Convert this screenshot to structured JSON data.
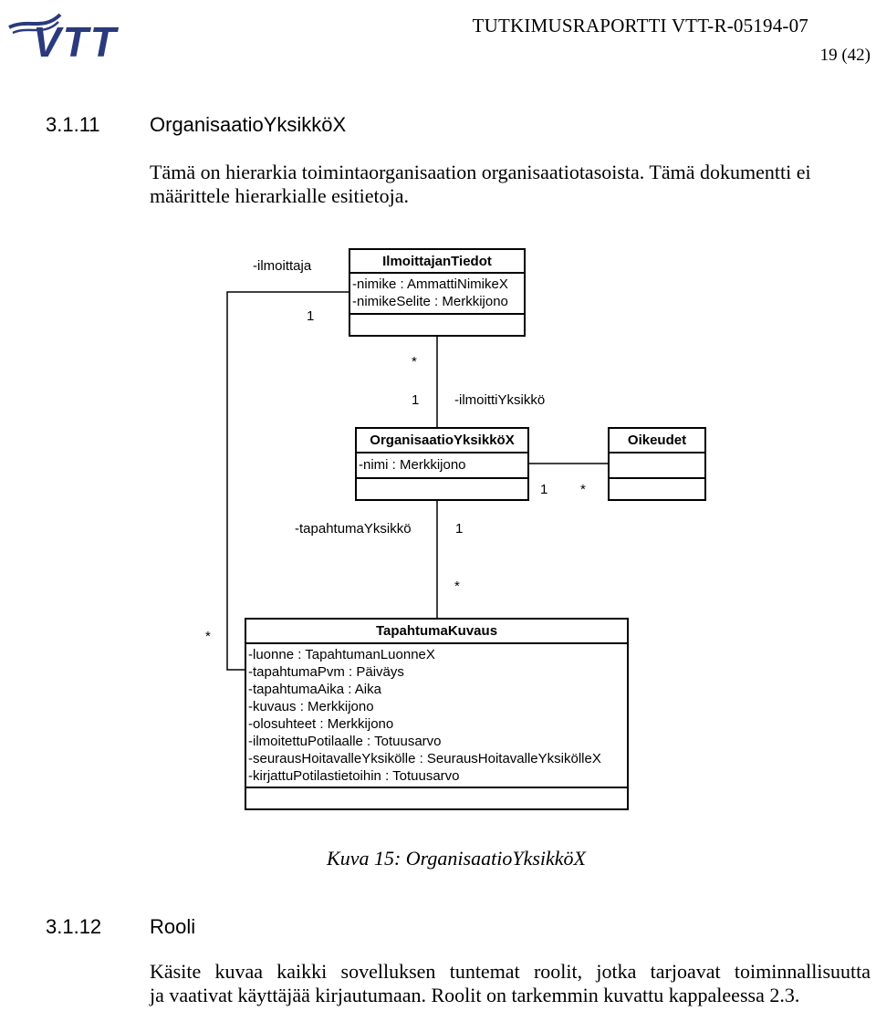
{
  "header": {
    "report_id": "TUTKIMUSRAPORTTI VTT-R-05194-07",
    "page_number": "19 (42)",
    "logo_text": "VTT",
    "logo_color": "#2a3a7c"
  },
  "section_1": {
    "number": "3.1.11",
    "title": "OrganisaatioYksikköX",
    "paragraph_line_1": "Tämä on hierarkia toimintaorganisaation organisaatiotasoista. Tämä dokumentti ei",
    "paragraph_line_2": "määrittele hierarkialle esitietoja."
  },
  "diagram": {
    "classes": {
      "ilmoittajan_tiedot": {
        "name": "IlmoittajanTiedot",
        "attributes": [
          "-nimike : AmmattiNimikeX",
          "-nimikeSelite : Merkkijono"
        ]
      },
      "organisaatio_yksikko": {
        "name": "OrganisaatioYksikköX",
        "attributes": [
          "-nimi : Merkkijono"
        ]
      },
      "oikeudet": {
        "name": "Oikeudet",
        "attributes": []
      },
      "tapahtuma_kuvaus": {
        "name": "TapahtumaKuvaus",
        "attributes": [
          "-luonne : TapahtumanLuonneX",
          "-tapahtumaPvm : Päiväys",
          "-tapahtumaAika : Aika",
          "-kuvaus : Merkkijono",
          "-olosuhteet : Merkkijono",
          "-ilmoitettuPotilaalle : Totuusarvo",
          "-seurausHoitavalleYksikölle : SeurausHoitavalleYksikölleX",
          "-kirjattuPotilastietoihin : Totuusarvo"
        ]
      }
    },
    "labels": {
      "ilmoittaja_role": "-ilmoittaja",
      "ilmoittaja_mult": "1",
      "tiedot_star": "*",
      "yksikko_one": "1",
      "ilmoittiyksikko_role": "-ilmoittiYksikkö",
      "oikeudet_one": "1",
      "oikeudet_star": "*",
      "tapahtumayksikko_role": "-tapahtumaYksikkö",
      "tapahtumayksikko_one": "1",
      "kuvaus_star_top": "*",
      "kuvaus_star_left": "*"
    }
  },
  "caption": "Kuva 15: OrganisaatioYksikköX",
  "section_2": {
    "number": "3.1.12",
    "title": "Rooli",
    "paragraph_line_1": "Käsite kuvaa kaikki sovelluksen tuntemat roolit, jotka tarjoavat toiminnallisuutta",
    "paragraph_line_2": "ja vaativat käyttäjää kirjautumaan. Roolit on tarkemmin kuvattu kappaleessa 2.3."
  }
}
